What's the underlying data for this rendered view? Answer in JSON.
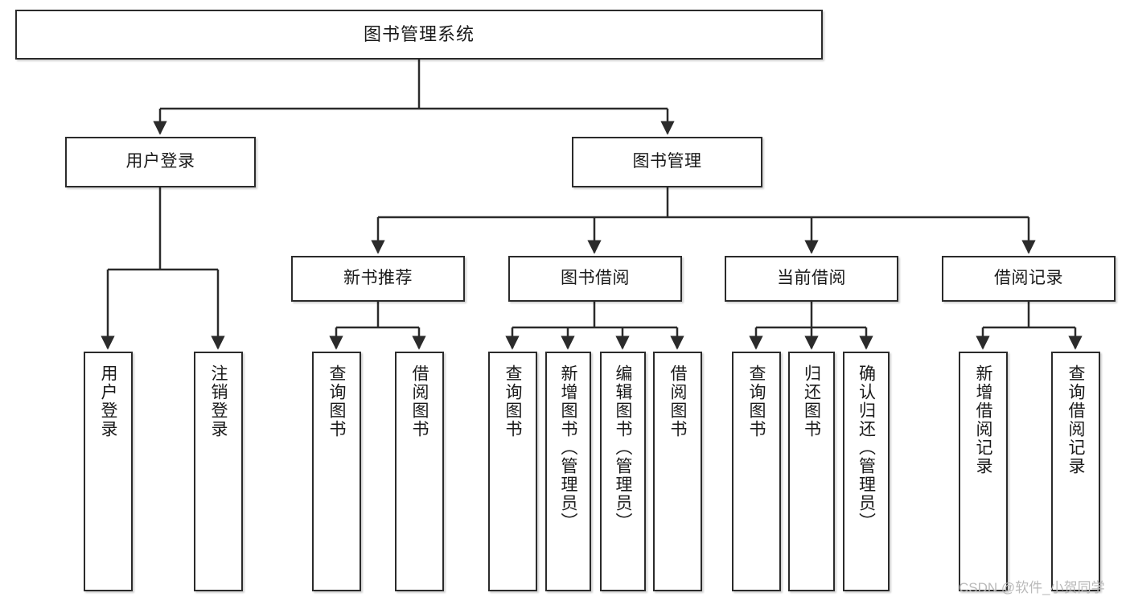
{
  "diagram": {
    "type": "tree-hierarchy",
    "title": "图书管理系统",
    "orientation": "top-down",
    "colors": {
      "node_border": "#2b2b2b",
      "node_fill": "#ffffff",
      "edge": "#2b2b2b",
      "text": "#1a1a1a",
      "watermark": "#b9b9b9",
      "background": "#ffffff"
    },
    "root": {
      "id": "root",
      "label": "图书管理系统"
    },
    "level1": [
      {
        "id": "user-login",
        "label": "用户登录"
      },
      {
        "id": "book-manage",
        "label": "图书管理"
      }
    ],
    "level2": [
      {
        "id": "new-book-recommend",
        "label": "新书推荐",
        "parent": "book-manage"
      },
      {
        "id": "book-borrow",
        "label": "图书借阅",
        "parent": "book-manage"
      },
      {
        "id": "current-borrow",
        "label": "当前借阅",
        "parent": "book-manage"
      },
      {
        "id": "borrow-record",
        "label": "借阅记录",
        "parent": "book-manage"
      }
    ],
    "leaves": [
      {
        "id": "leaf-user-login",
        "label": "用户登录",
        "parent": "user-login"
      },
      {
        "id": "leaf-user-logout",
        "label": "注销登录",
        "parent": "user-login"
      },
      {
        "id": "leaf-query-book-1",
        "label": "查询图书",
        "parent": "new-book-recommend"
      },
      {
        "id": "leaf-borrow-book-1",
        "label": "借阅图书",
        "parent": "new-book-recommend"
      },
      {
        "id": "leaf-query-book-2",
        "label": "查询图书",
        "parent": "book-borrow"
      },
      {
        "id": "leaf-add-book",
        "label": "新增图书（管理员）",
        "parent": "book-borrow"
      },
      {
        "id": "leaf-edit-book",
        "label": "编辑图书（管理员）",
        "parent": "book-borrow"
      },
      {
        "id": "leaf-borrow-book-2",
        "label": "借阅图书",
        "parent": "book-borrow"
      },
      {
        "id": "leaf-query-book-3",
        "label": "查询图书",
        "parent": "current-borrow"
      },
      {
        "id": "leaf-return-book",
        "label": "归还图书",
        "parent": "current-borrow"
      },
      {
        "id": "leaf-confirm-return",
        "label": "确认归还（管理员）",
        "parent": "current-borrow"
      },
      {
        "id": "leaf-add-record",
        "label": "新增借阅记录",
        "parent": "borrow-record"
      },
      {
        "id": "leaf-query-record",
        "label": "查询借阅记录",
        "parent": "borrow-record"
      }
    ],
    "watermark": "CSDN @软件_小贺同学"
  }
}
